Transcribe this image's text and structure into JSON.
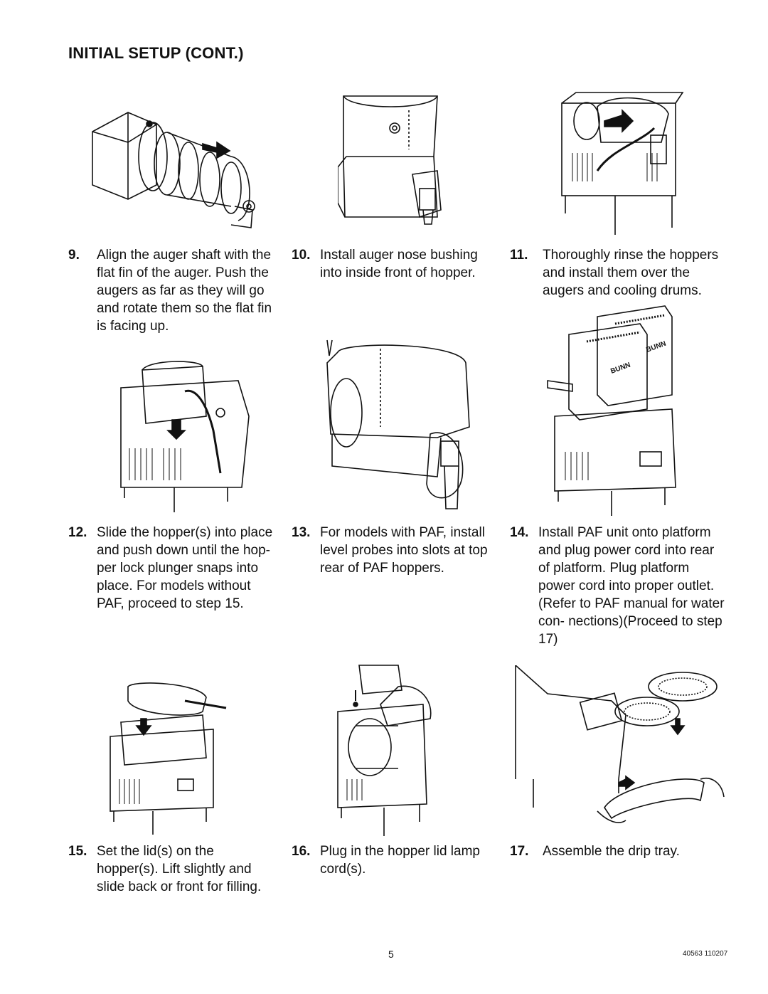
{
  "page": {
    "title": "INITIAL SETUP (CONT.)",
    "page_number": "5",
    "doc_id": "40563 110207"
  },
  "steps": [
    {
      "num": "9.",
      "text": "Align the auger shaft with the flat fin of the auger. Push the augers as far as they will go and rotate them so the flat fin is facing up."
    },
    {
      "num": "10.",
      "text": "Install auger nose bushing into inside front of hopper."
    },
    {
      "num": "11.",
      "text": "Thoroughly rinse the hoppers and install them over the augers and cooling drums."
    },
    {
      "num": "12.",
      "text": "Slide the hopper(s) into place and push down until the hop- per lock plunger snaps into place. For models without PAF, proceed to step 15."
    },
    {
      "num": "13.",
      "text": "For models with PAF, install level probes into slots at top rear of PAF hoppers."
    },
    {
      "num": "14.",
      "text": "Install PAF unit onto platform and plug power cord into rear of platform. Plug platform power cord into proper outlet. (Refer to PAF manual for water con- nections)(Proceed to step 17)"
    },
    {
      "num": "15.",
      "text": "Set the lid(s) on the hopper(s). Lift slightly and slide back or front for filling."
    },
    {
      "num": "16.",
      "text": "Plug in the hopper lid lamp cord(s)."
    },
    {
      "num": "17.",
      "text": "Assemble the drip tray."
    }
  ],
  "figures": {
    "brand_label": "BUNN"
  }
}
